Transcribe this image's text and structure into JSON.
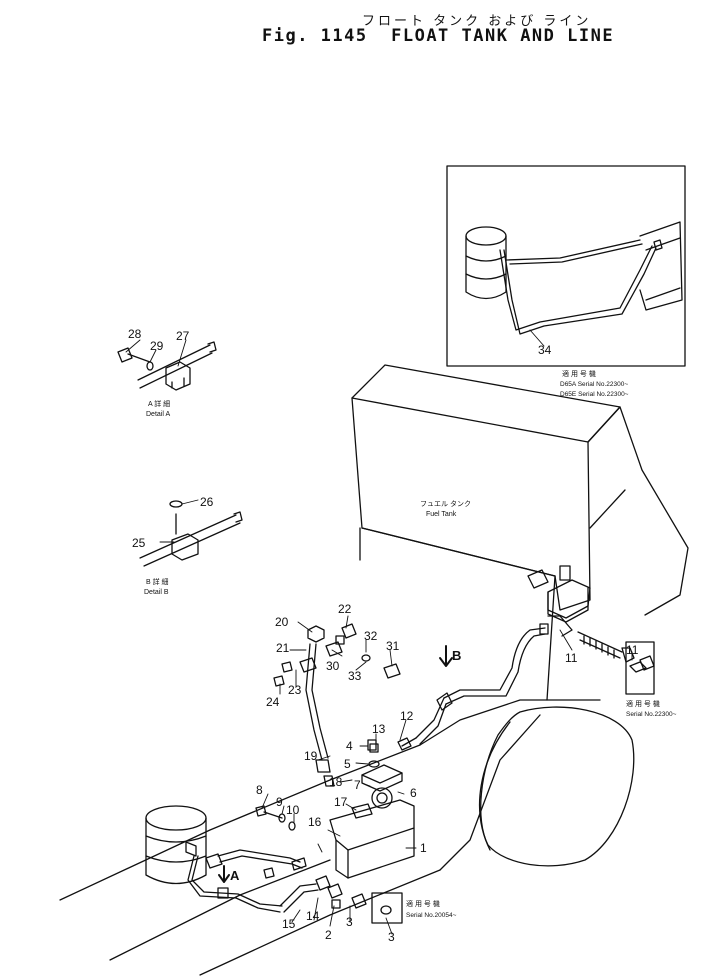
{
  "title": {
    "jp": "フロート タンク および ライン",
    "fig": "Fig. 1145",
    "en": "FLOAT TANK AND LINE"
  },
  "labels": {
    "fuel_tank_jp": "フュエル タンク",
    "fuel_tank_en": "Fuel Tank",
    "detail_a_jp": "A 詳 細",
    "detail_a_en": "Detail A",
    "detail_b_jp": "B 詳 細",
    "detail_b_en": "Detail B",
    "arrow_a": "A",
    "arrow_b": "B",
    "applicable_jp": "適 用 号 機",
    "inset_serial_1": "D65A   Serial No.22300~",
    "inset_serial_2": "D65E   Serial No.22300~",
    "right_serial": "Serial No.22300~",
    "bottom_serial": "Serial No.20054~"
  },
  "parts": {
    "p1": "1",
    "p2": "2",
    "p3": "3",
    "p3b": "3",
    "p4": "4",
    "p5": "5",
    "p6": "6",
    "p7": "7",
    "p8": "8",
    "p9": "9",
    "p10": "10",
    "p11": "11",
    "p11b": "11",
    "p12": "12",
    "p13": "13",
    "p14": "14",
    "p15": "15",
    "p16": "16",
    "p17": "17",
    "p18": "18",
    "p19": "19",
    "p20": "20",
    "p21": "21",
    "p22": "22",
    "p23": "23",
    "p24": "24",
    "p25": "25",
    "p26": "26",
    "p27": "27",
    "p28": "28",
    "p29": "29",
    "p30": "30",
    "p31": "31",
    "p32": "32",
    "p33": "33",
    "p34": "34"
  }
}
